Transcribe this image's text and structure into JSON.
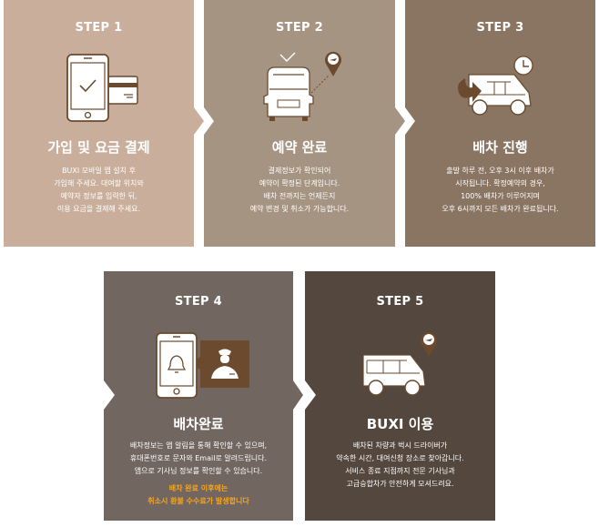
{
  "steps": [
    {
      "label": "STEP 1",
      "title": "가입 및 요금 결제",
      "icon": "phone-check-card-icon",
      "color": "#C9AF9B",
      "lines": [
        "BUXI 모바일 앱 설치 후",
        "가입해 주세요. 대여할 위치와",
        "예약자 정보를 입력한 뒤,",
        "이용 요금을 결제해 주세요."
      ]
    },
    {
      "label": "STEP 2",
      "title": "예약 완료",
      "icon": "van-front-check-location-icon",
      "color": "#A69483",
      "lines": [
        "결제정보가 확인되어",
        "예약이 확정된 단계입니다.",
        "배차 전까지는 언제든지",
        "예약 변경 및 취소가 가능합니다."
      ]
    },
    {
      "label": "STEP 3",
      "title": "배차 진행",
      "icon": "van-clock-arrow-icon",
      "color": "#8A7563",
      "lines": [
        "출발 하루 전, 오후 3시 이후 배차가",
        "시작됩니다. 확정예약의 경우,",
        "100% 배차가 이루어지며",
        "오후 6시까지 모든 배차가 완료됩니다."
      ]
    },
    {
      "label": "STEP 4",
      "title": "배차완료",
      "icon": "phone-bell-driver-icon",
      "color": "#726660",
      "lines": [
        "배차정보는 앱 알림을 통해 확인할 수 있으며,",
        "휴대폰번호로 문자와 Email로 알려드립니다.",
        "앱으로 기사님 정보를 확인할 수 있습니다."
      ],
      "warning": [
        "배차 완료 이후에는",
        "취소시 환불 수수료가 발생합니다"
      ],
      "warning_color": "#F5A623"
    },
    {
      "label": "STEP 5",
      "title": "BUXI 이용",
      "icon": "van-side-location-icon",
      "color": "#54473D",
      "lines": [
        "배차된 차량과 벅시 드라이버가",
        "약속한 시간, 대여신청 장소로 찾아갑니다.",
        "서비스 종료 지점까지 전문 기사님과",
        "고급승합차가 안전하게 모셔드려요."
      ]
    }
  ],
  "icon_accent": "#6B4A2E"
}
